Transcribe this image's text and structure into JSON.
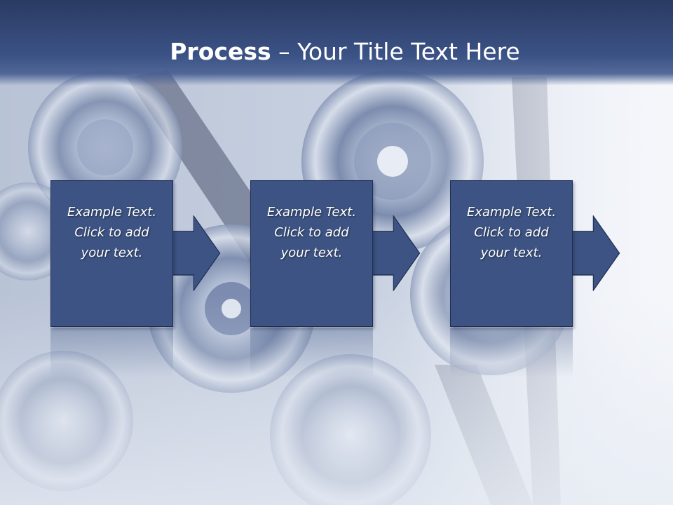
{
  "slide": {
    "title_bold": "Process",
    "title_rest": " – Your Title Text Here"
  },
  "steps": [
    {
      "text": "Example Text.\nClick  to add\nyour text."
    },
    {
      "text": "Example Text.\nClick  to add\nyour text."
    },
    {
      "text": "Example Text.\nClick  to add\nyour text."
    }
  ],
  "colors": {
    "title_bar": "#3b5285",
    "box_fill": "#3c5383",
    "box_border": "#1f2f52",
    "text": "#ffffff"
  }
}
